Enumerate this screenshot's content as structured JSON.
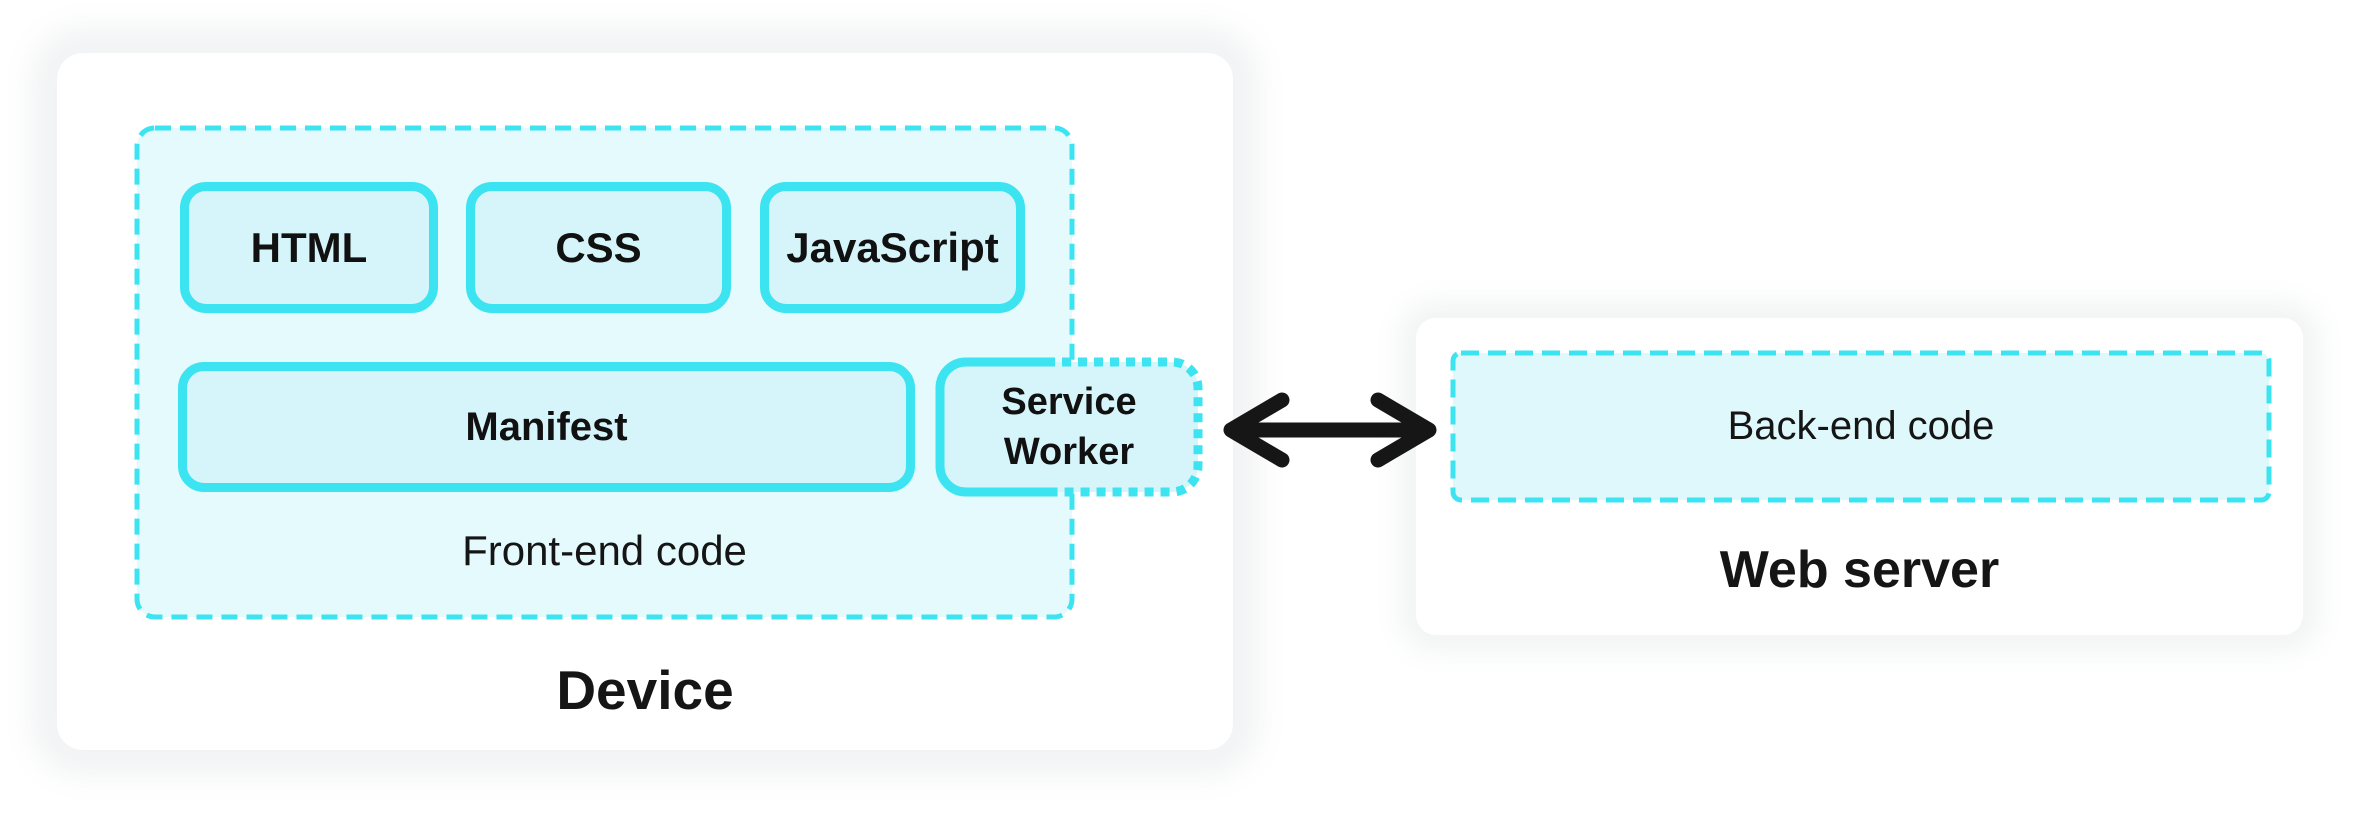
{
  "device": {
    "label": "Device",
    "frontend": {
      "label": "Front-end code",
      "files": [
        "HTML",
        "CSS",
        "JavaScript"
      ],
      "manifest": "Manifest",
      "service_worker": "Service Worker"
    }
  },
  "web_server": {
    "label": "Web server",
    "backend": "Back-end code"
  },
  "arrow": {
    "type": "double-headed",
    "meaning": "communication between device and web server",
    "color": "#161616"
  },
  "colors": {
    "accent_cyan": "#3ce3f1",
    "container_fill": "#e4fafd",
    "box_fill": "#d6f5fa",
    "backend_fill": "#dff8fc",
    "card_background": "#ffffff",
    "text": "#111111"
  }
}
